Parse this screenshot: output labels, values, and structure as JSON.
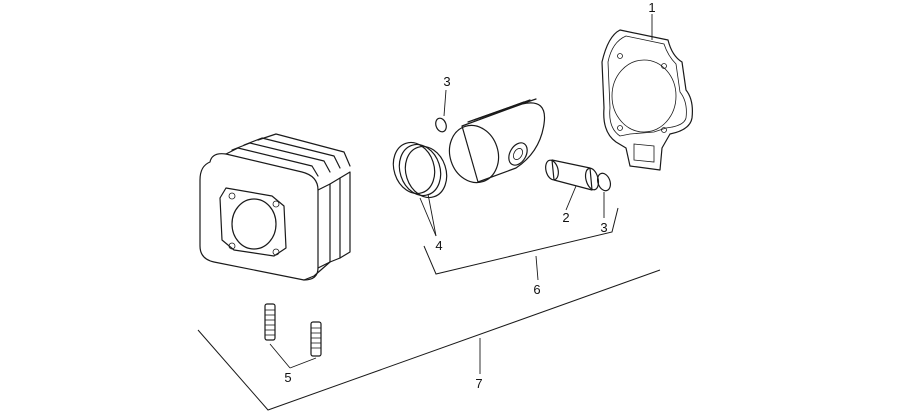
{
  "callouts": {
    "c1": "1",
    "c2": "2",
    "c3a": "3",
    "c3b": "3",
    "c4": "4",
    "c5": "5",
    "c6": "6",
    "c7": "7"
  },
  "colors": {
    "line": "#1a1a1a",
    "background": "#ffffff"
  }
}
